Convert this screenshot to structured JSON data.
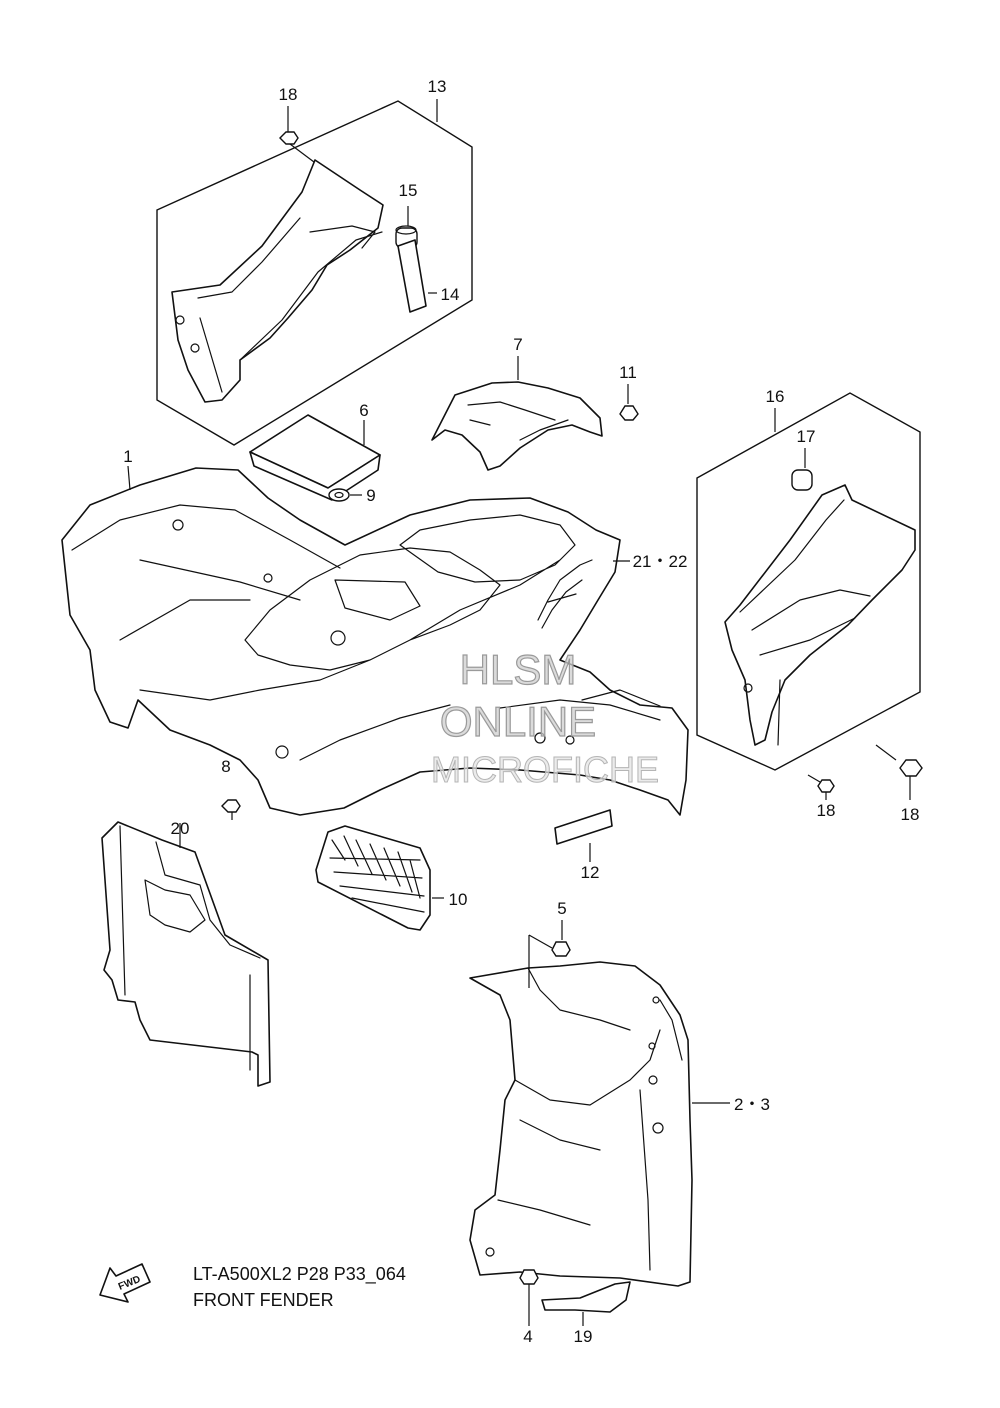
{
  "diagram": {
    "model_code": "LT-A500XL2 P28 P33_064",
    "title": "FRONT FENDER",
    "fwd_label": "FWD",
    "watermark": [
      "HLSM",
      "ONLINE",
      "MICROFICHE"
    ],
    "callouts": {
      "p1": "1",
      "p2_3": "2・3",
      "p4": "4",
      "p5": "5",
      "p6": "6",
      "p7": "7",
      "p8": "8",
      "p9": "9",
      "p10": "10",
      "p11": "11",
      "p12": "12",
      "p13": "13",
      "p14": "14",
      "p15": "15",
      "p16": "16",
      "p17": "17",
      "p18a": "18",
      "p18b": "18",
      "p18c": "18",
      "p19": "19",
      "p20": "20",
      "p21_22": "21・22"
    }
  }
}
